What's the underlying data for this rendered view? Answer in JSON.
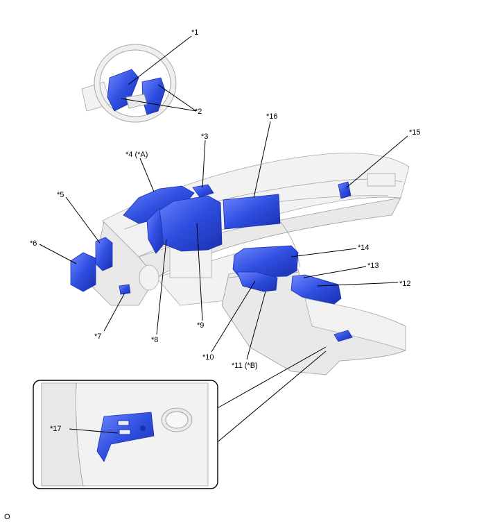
{
  "callouts": {
    "c1": "*1",
    "c2": "*2",
    "c3": "*3",
    "c4": "*4 (*A)",
    "c5": "*5",
    "c6": "*6",
    "c7": "*7",
    "c8": "*8",
    "c9": "*9",
    "c10": "*10",
    "c11": "*11 (*B)",
    "c12": "*12",
    "c13": "*13",
    "c14": "*14",
    "c15": "*15",
    "c16": "*16",
    "c17": "*17"
  },
  "figure_code": "O",
  "colors": {
    "highlight": "#2f4fe0",
    "highlight_dark": "#1a2fb0",
    "body_gray": "#e9e9e9"
  }
}
